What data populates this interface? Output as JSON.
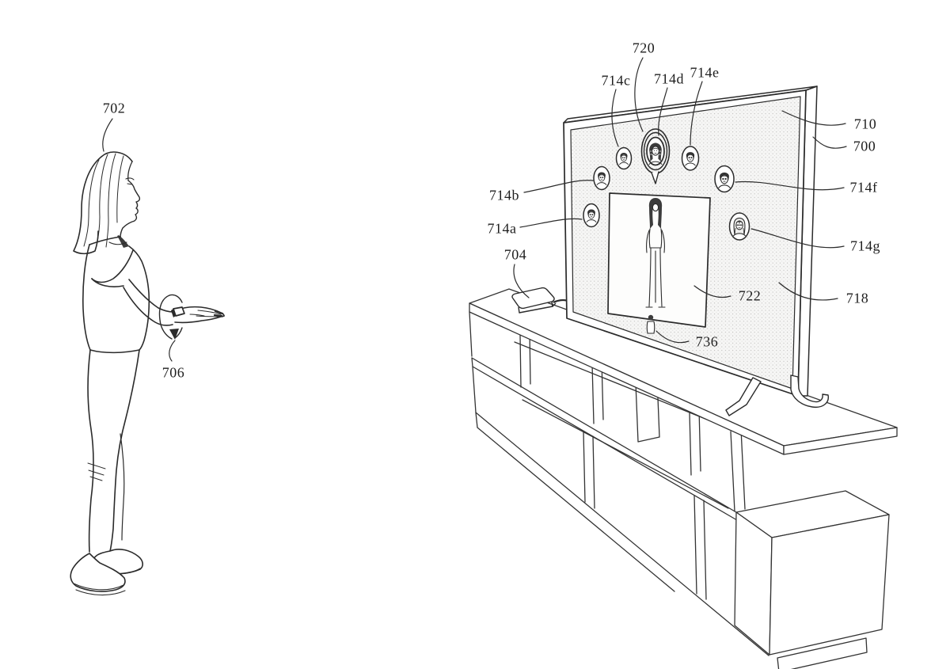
{
  "figure": {
    "kind": "patent-line-drawing",
    "scene": "user with wrist-worn device pointing at television showing avatar selection UI"
  },
  "colors": {
    "ink": "#2b2b2b",
    "console_ink": "#333333",
    "screen_bg": "#f6f6f5",
    "stipple": "#c0bfbd",
    "hair_fill": "#3c3c3c"
  },
  "labels": {
    "702": "702",
    "704": "704",
    "706": "706",
    "700": "700",
    "710": "710",
    "714a": "714a",
    "714b": "714b",
    "714c": "714c",
    "714d": "714d",
    "714e": "714e",
    "714f": "714f",
    "714g": "714g",
    "718": "718",
    "720": "720",
    "722": "722",
    "736": "736"
  }
}
